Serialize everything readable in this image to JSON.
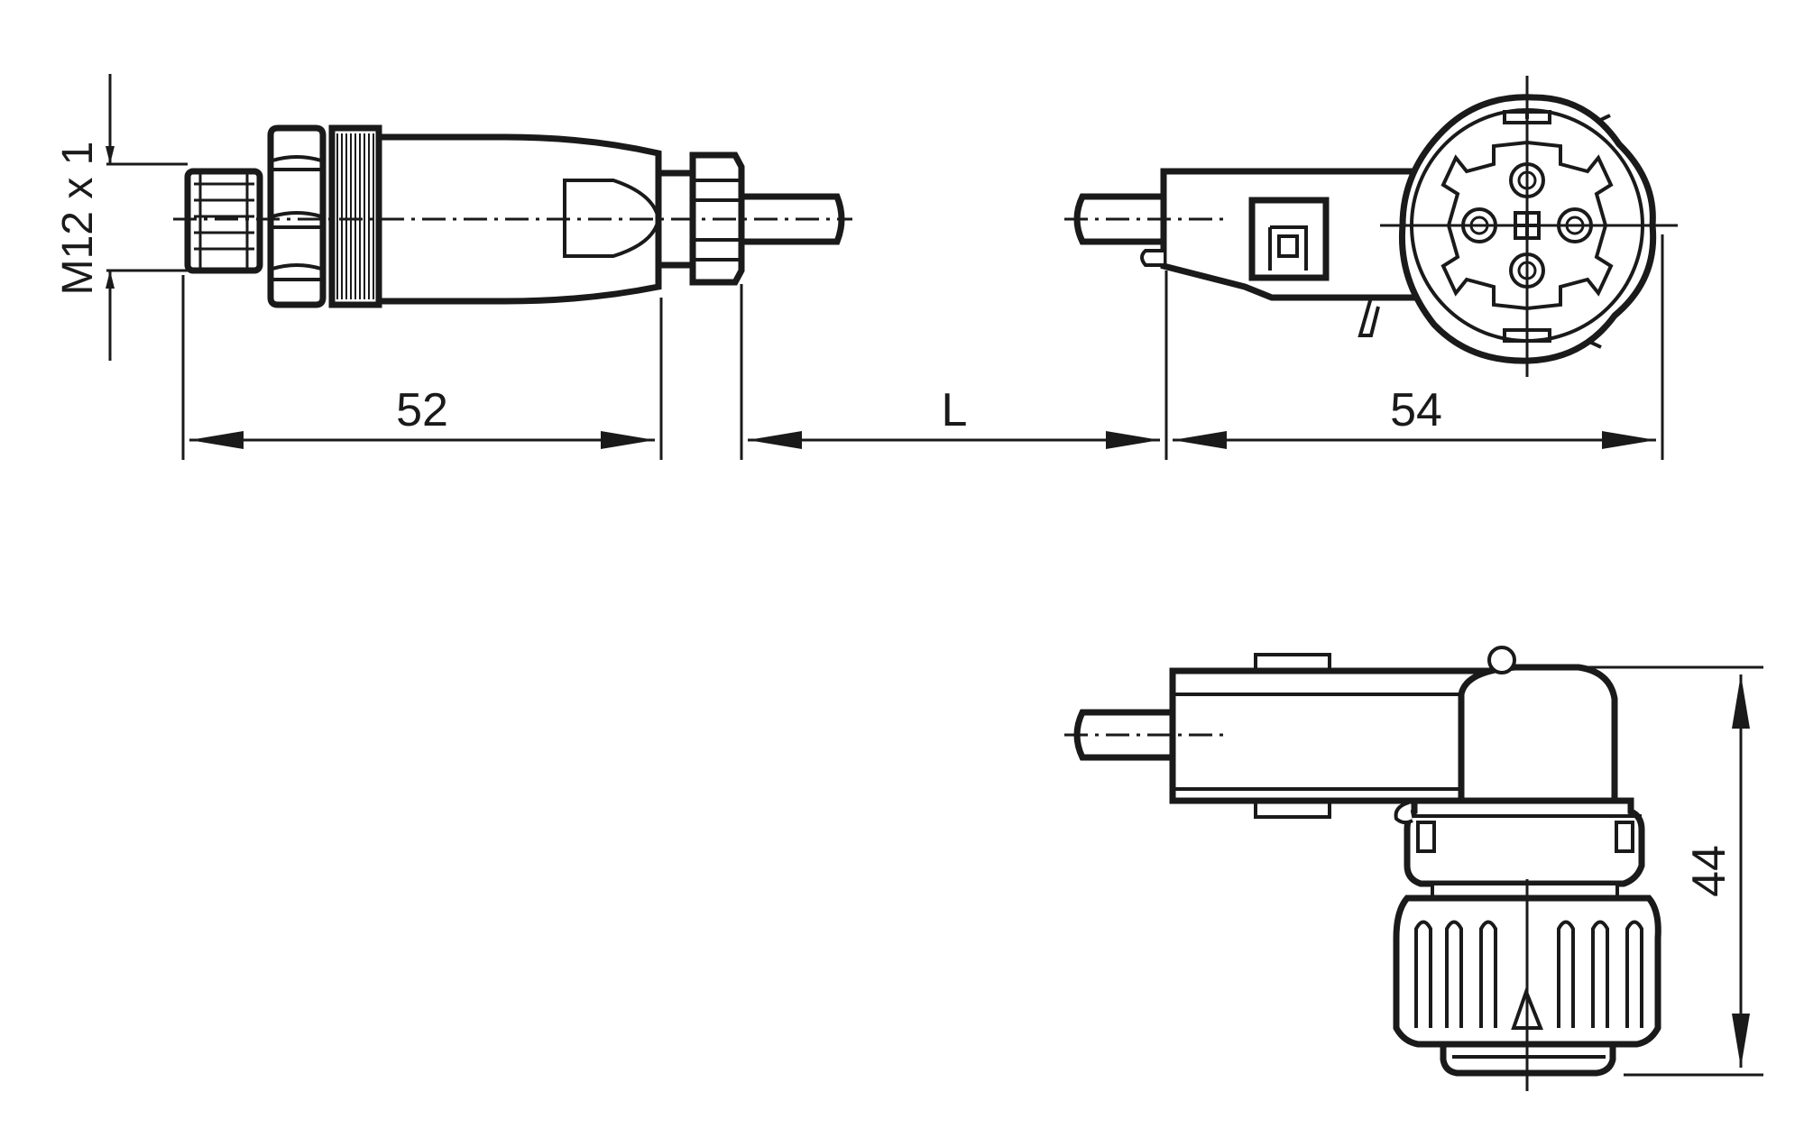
{
  "drawing": {
    "labels": {
      "thread": "M12 x 1",
      "length_left": "52",
      "length_cable": "L",
      "length_right": "54",
      "height": "44"
    },
    "colors": {
      "line": "#1a1a1a",
      "background": "#ffffff"
    }
  }
}
